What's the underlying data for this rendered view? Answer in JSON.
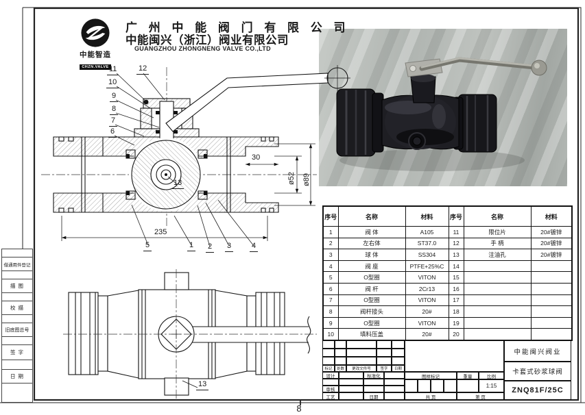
{
  "page": {
    "sheet_number": "8"
  },
  "header": {
    "logo_text": "中能智造",
    "logo_subtext": "CHZN.VALVE",
    "company_cn_1": "广 州 中 能 阀 门 有 限 公 司",
    "company_cn_2": "中能闽兴（浙江）阀业有限公司",
    "company_en": "GUANGZHOU ZHONGNENG VALVE CO.,LTD"
  },
  "margin": {
    "labels": [
      "借通用件登记",
      "描 图",
      "校 描",
      "旧底图总号",
      "签 字",
      "日 期"
    ]
  },
  "drawing": {
    "section_callouts": {
      "c1": "1",
      "c2": "2",
      "c3": "3",
      "c4": "4",
      "c5": "5",
      "c6": "6",
      "c7": "7",
      "c8": "8",
      "c9": "9",
      "c10": "10",
      "c11": "11",
      "c12": "12",
      "c13": "13"
    },
    "plan_callouts": {
      "c13": "13"
    },
    "dimensions": {
      "length": "235",
      "port_depth": "30",
      "bore_dia": "ø52",
      "outer_dia": "ø89"
    }
  },
  "bom": {
    "headers": {
      "no": "序号",
      "name": "名称",
      "material": "材料",
      "no2": "序号",
      "name2": "名称",
      "material2": "材料"
    },
    "rows": [
      {
        "no": "1",
        "name": "阀 体",
        "material": "A105",
        "no2": "11",
        "name2": "限位片",
        "material2": "20#镀锌"
      },
      {
        "no": "2",
        "name": "左右体",
        "material": "ST37.0",
        "no2": "12",
        "name2": "手 柄",
        "material2": "20#镀锌"
      },
      {
        "no": "3",
        "name": "球 体",
        "material": "SS304",
        "no2": "13",
        "name2": "注油孔",
        "material2": "20#镀锌"
      },
      {
        "no": "4",
        "name": "阀 座",
        "material": "PTFE+25%C",
        "no2": "14",
        "name2": "",
        "material2": ""
      },
      {
        "no": "5",
        "name": "O型圈",
        "material": "VITON",
        "no2": "15",
        "name2": "",
        "material2": ""
      },
      {
        "no": "6",
        "name": "阀 杆",
        "material": "2Cr13",
        "no2": "16",
        "name2": "",
        "material2": ""
      },
      {
        "no": "7",
        "name": "O型圈",
        "material": "VITON",
        "no2": "17",
        "name2": "",
        "material2": ""
      },
      {
        "no": "8",
        "name": "阀杆接头",
        "material": "20#",
        "no2": "18",
        "name2": "",
        "material2": ""
      },
      {
        "no": "9",
        "name": "O型圈",
        "material": "VITON",
        "no2": "19",
        "name2": "",
        "material2": ""
      },
      {
        "no": "10",
        "name": "填料压盖",
        "material": "20#",
        "no2": "20",
        "name2": "",
        "material2": ""
      }
    ]
  },
  "title_block": {
    "company": "中能闽兴阀业",
    "product": "卡套式砂浆球阀",
    "model": "ZNQ81F/25C",
    "rev_row": {
      "mark": "标记",
      "count": "处数",
      "doc_no": "更改文件号",
      "sign": "签字",
      "date": "日期"
    },
    "fields": {
      "design": "设计",
      "standardize": "标准化",
      "audit": "审核",
      "process": "工艺",
      "date": "日期",
      "drawing_mark": "图样标记",
      "weight": "重量",
      "scale": "比例",
      "scale_value": "1:15",
      "total_page": "共  页",
      "page": "第  页"
    }
  }
}
